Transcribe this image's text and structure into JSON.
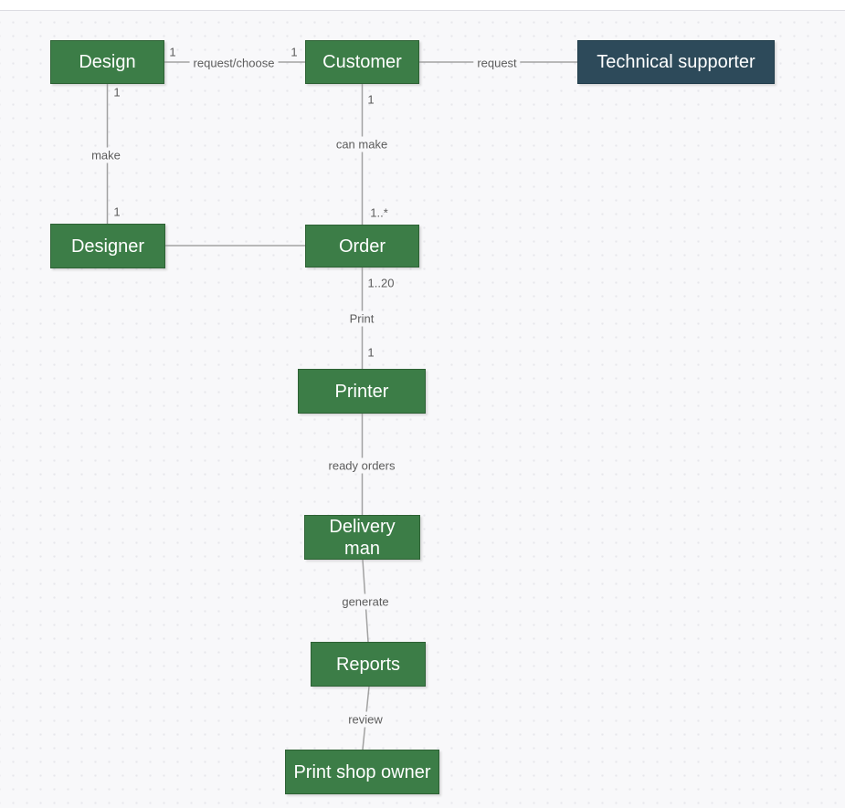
{
  "diagram": {
    "nodes": {
      "design": {
        "label": "Design"
      },
      "customer": {
        "label": "Customer"
      },
      "technical_supporter": {
        "label": "Technical supporter"
      },
      "designer": {
        "label": "Designer"
      },
      "order": {
        "label": "Order"
      },
      "printer": {
        "label": "Printer"
      },
      "delivery_man": {
        "label": "Delivery man"
      },
      "reports": {
        "label": "Reports"
      },
      "print_shop_owner": {
        "label": "Print shop owner"
      }
    },
    "edges": {
      "design_customer": {
        "source_mult": "1",
        "label": "request/choose",
        "target_mult": "1"
      },
      "customer_tech": {
        "label": "request"
      },
      "design_designer": {
        "source_mult": "1",
        "label": "make",
        "target_mult": "1"
      },
      "customer_order": {
        "source_mult": "1",
        "label": "can make",
        "target_mult": "1..*"
      },
      "designer_order": {
        "label": ""
      },
      "order_printer": {
        "source_mult": "1..20",
        "label": "Print",
        "target_mult": "1"
      },
      "printer_delivery": {
        "label": "ready orders"
      },
      "delivery_reports": {
        "label": "generate"
      },
      "reports_owner": {
        "label": "review"
      }
    },
    "colors": {
      "node_green_fill": "#3c7d47",
      "node_green_border": "#2d6134",
      "node_dark_fill": "#2d4a5a",
      "node_dark_border": "#203c4a",
      "node_text": "#ffffff",
      "connector": "#a2a2a2",
      "edge_label_text": "#5c5c5c",
      "canvas_background": "#f8f8fa",
      "grid_dot": "#e7e7ec"
    }
  }
}
